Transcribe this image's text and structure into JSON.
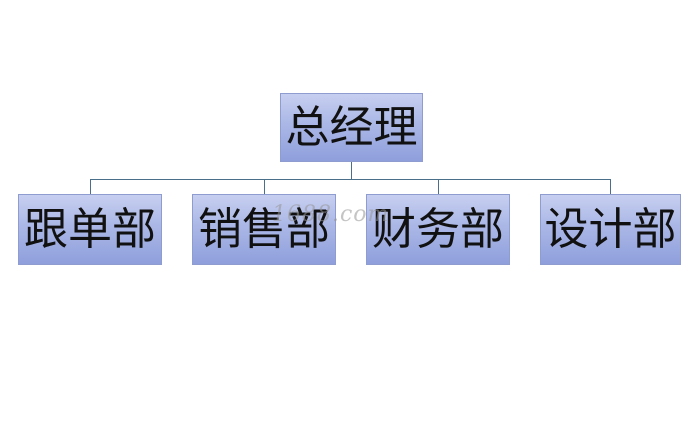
{
  "org_chart": {
    "root": {
      "label": "总经理"
    },
    "children": [
      {
        "label": "跟单部"
      },
      {
        "label": "销售部"
      },
      {
        "label": "财务部"
      },
      {
        "label": "设计部"
      }
    ]
  },
  "watermark": {
    "text": "1688.com"
  },
  "colors": {
    "node_fill_top": "#c7cff0",
    "node_fill_bottom": "#8f9fdc",
    "node_border": "#8e9cd0",
    "connector": "#4a6f8a",
    "text": "#111111",
    "background": "#ffffff"
  }
}
